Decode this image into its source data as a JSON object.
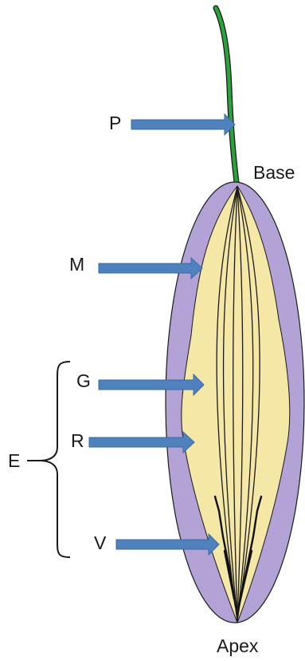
{
  "labels": {
    "p": "P",
    "base": "Base",
    "m": "M",
    "g": "G",
    "r": "R",
    "e": "E",
    "v": "V",
    "apex": "Apex"
  },
  "colors": {
    "outer_layer": "#b3a2d6",
    "inner_layer": "#f5e7a6",
    "stalk": "#2aa33b",
    "arrow": "#4f81bd",
    "outline": "#1a1a1a"
  }
}
